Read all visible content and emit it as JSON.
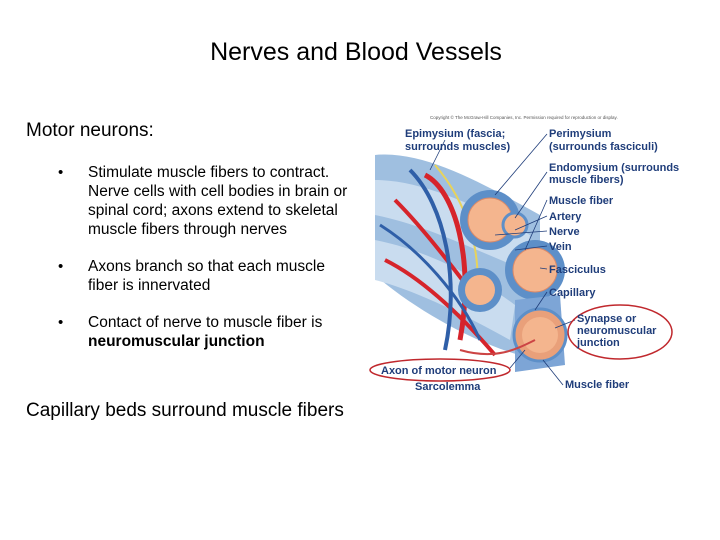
{
  "slide": {
    "title": "Nerves and Blood Vessels",
    "motor_heading": "Motor neurons:",
    "bullets": [
      {
        "text": "Stimulate muscle fibers to contract. Nerve cells with cell bodies in brain or spinal cord; axons extend to skeletal muscle fibers through nerves"
      },
      {
        "text": "Axons branch so that each muscle fiber is innervated"
      },
      {
        "text_before": "Contact of nerve to muscle fiber is ",
        "text_bold": "neuromuscular junction"
      }
    ],
    "capillary_heading": "Capillary beds surround muscle fibers"
  },
  "figure": {
    "copyright": "Copyright © The McGraw-Hill Companies, Inc. Permission required for reproduction or display.",
    "labels": {
      "epimysium": [
        "Epimysium (fascia;",
        "surrounds muscles)"
      ],
      "perimysium": [
        "Perimysium",
        "(surrounds fasciculi)"
      ],
      "endomysium": [
        "Endomysium (surrounds",
        "muscle fibers)"
      ],
      "muscle_fiber_top": "Muscle fiber",
      "artery": "Artery",
      "nerve": "Nerve",
      "vein": "Vein",
      "fasciculus": "Fasciculus",
      "capillary": "Capillary",
      "synapse": [
        "Synapse or",
        "neuromuscular",
        "junction"
      ],
      "axon": "Axon of motor neuron",
      "sarcolemma": "Sarcolemma",
      "muscle_fiber_bottom": "Muscle fiber"
    },
    "colors": {
      "label_text": "#1f3d7a",
      "highlight_oval": "#c0282d",
      "artery": "#d6242b",
      "vein": "#2f5fa8",
      "fascicle": "#f4b58e"
    }
  }
}
